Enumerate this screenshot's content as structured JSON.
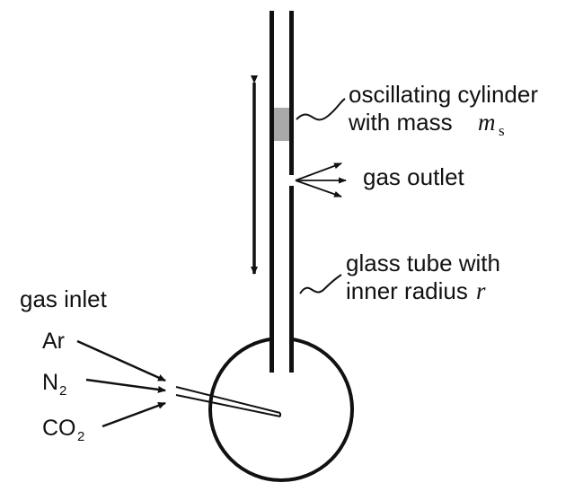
{
  "labels": {
    "cylinder_line1": "oscillating cylinder",
    "cylinder_line2": "with mass",
    "cylinder_symbol": "m",
    "cylinder_symbol_sub": "s",
    "gas_outlet": "gas outlet",
    "tube_line1": "glass tube with",
    "tube_line2": "inner radius",
    "tube_symbol": "r",
    "gas_inlet": "gas inlet",
    "gas_ar": "Ar",
    "gas_n2": "N",
    "gas_n2_sub": "2",
    "gas_co2": "CO",
    "gas_co2_sub": "2"
  },
  "colors": {
    "ink": "#111111",
    "cylinder_fill": "#a9a9a9",
    "background": "#ffffff"
  }
}
